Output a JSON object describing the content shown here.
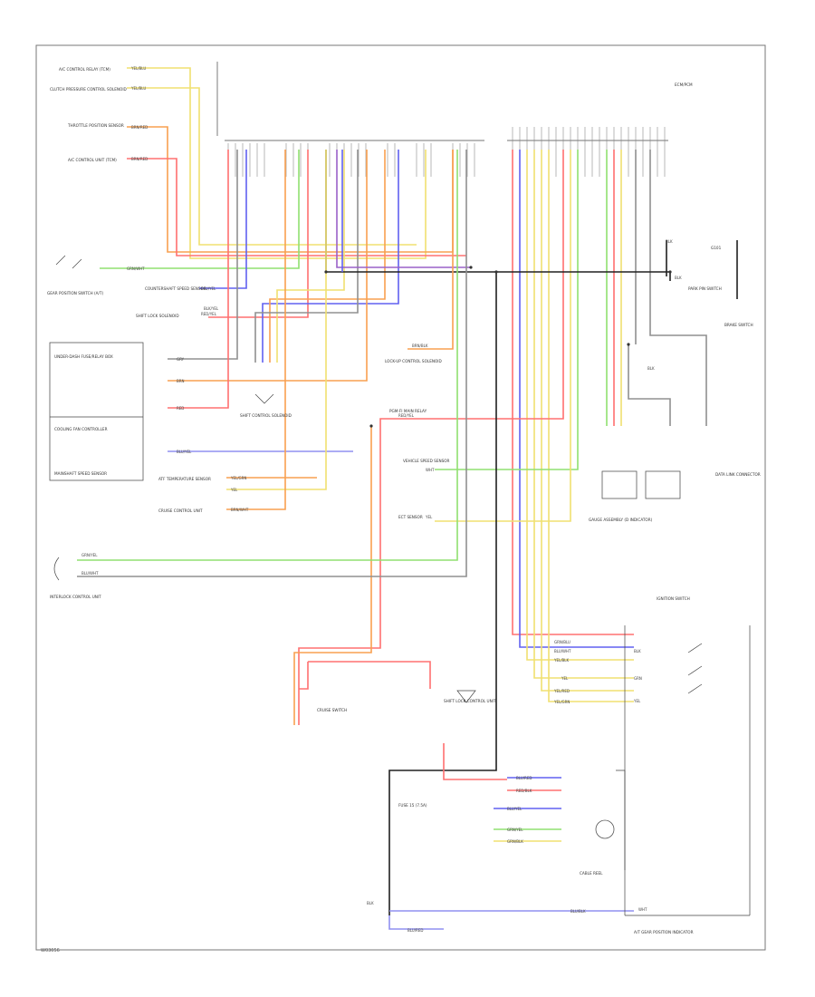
{
  "diagram": {
    "source_ref": "W03056",
    "colors": {
      "red": "#ff7070",
      "yellow": "#f0e070",
      "green": "#90e070",
      "blue": "#6060f0",
      "orange": "#f8a050",
      "brown": "#b05020",
      "violet": "#9a60c8",
      "black": "#202020",
      "gray": "#909090",
      "lightblue": "#9090f0"
    },
    "components": {
      "ac_control_relay": "A/C CONTROL RELAY (TCM)",
      "cooling_fan_relay": "CLUTCH PRESSURE CONTROL SOLENOID",
      "throttle_position": "THROTTLE POSITION SENSOR",
      "ac_control_unit": "A/C CONTROL UNIT (TCM)",
      "gear_position_switch": "GEAR POSITION SWITCH (A/T)",
      "fuse_box_left": "UNDER-DASH FUSE/RELAY BOX",
      "cooling_fan_controller": "COOLING FAN CONTROLLER",
      "mainshaft_speed": "MAINSHAFT SPEED SENSOR",
      "countershaft_speed": "COUNTERSHAFT SPEED SENSOR",
      "shift_lock": "SHIFT LOCK SOLENOID",
      "shift_control": "SHIFT CONTROL SOLENOID",
      "atf_temp": "ATF TEMPERATURE SENSOR",
      "cruise_control_unit": "CRUISE CONTROL UNIT",
      "lock_up": "LOCK-UP CONTROL SOLENOID",
      "pgm_fi": "PGM-FI MAIN RELAY",
      "vss": "VEHICLE SPEED SENSOR",
      "ect": "ECT SENSOR",
      "interlock": "INTERLOCK CONTROL UNIT",
      "gauge_assembly": "GAUGE ASSEMBLY (D INDICATOR)",
      "ecm_pcm": "ECM/PCM",
      "gnd": "G101",
      "park_pin": "PARK PIN SWITCH",
      "brake_switch": "BRAKE SWITCH",
      "data_link": "DATA LINK CONNECTOR",
      "cruise_switch": "CRUISE SWITCH",
      "turn_signal": "SHIFT LOCK CONTROL UNIT",
      "steering": "CABLE REEL",
      "ignition": "IGNITION SWITCH",
      "lamp": "A/T GEAR POSITION INDICATOR",
      "fuse15": "FUSE 15 (7.5A)"
    },
    "wire_tags": {
      "t1": "YEL/BLU",
      "t2": "YEL/BLU",
      "t3": "BRN/RED",
      "t4": "BRN/RED",
      "t5": "GRN/WHT",
      "t6": "BLU/YEL",
      "t7": "RED/YEL",
      "t8": "GRY",
      "t9": "BRN",
      "t10": "RED",
      "t11": "BLU/YEL",
      "t12": "YEL/GRN",
      "t13": "YEL",
      "t14": "BRN/WHT",
      "t15": "GRN/YEL",
      "t16": "BLU/WHT",
      "t17": "BRN/BLK",
      "t18": "RED/YEL",
      "t19": "WHT",
      "t20": "YEL",
      "t21": "GRN/BLU",
      "t22": "BLU/WHT",
      "t23": "YEL/BLK",
      "t24": "YEL",
      "t25": "YEL/RED",
      "t26": "YEL/GRN",
      "t27": "BLU/RED",
      "t28": "RED/BLK",
      "t29": "BLU/YEL",
      "t30": "GRN/YEL",
      "t31": "GRN/BLK",
      "t32": "BLU/BLK",
      "t33": "BLK",
      "t34": "BLK",
      "t35": "BLK",
      "t36": "BLU/RED",
      "t37": "WHT",
      "t38": "BLK/YEL",
      "t39": "BLK",
      "t40": "BLK",
      "t41": "GRN",
      "t42": "YEL"
    }
  }
}
